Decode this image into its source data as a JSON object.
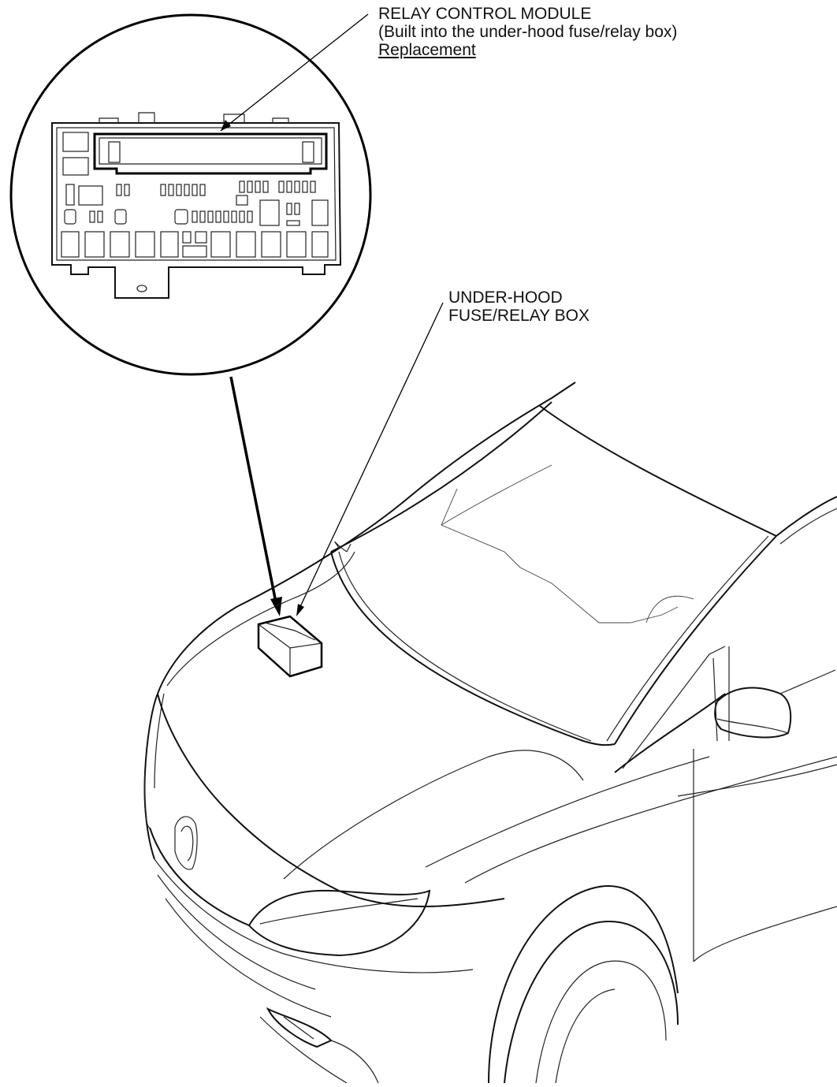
{
  "callouts": {
    "relay_control_module": {
      "title": "RELAY CONTROL MODULE",
      "subtitle": "(Built into the under-hood fuse/relay box)",
      "link": "Replacement"
    },
    "under_hood_box": {
      "line1": "UNDER-HOOD",
      "line2": "FUSE/RELAY BOX"
    }
  }
}
